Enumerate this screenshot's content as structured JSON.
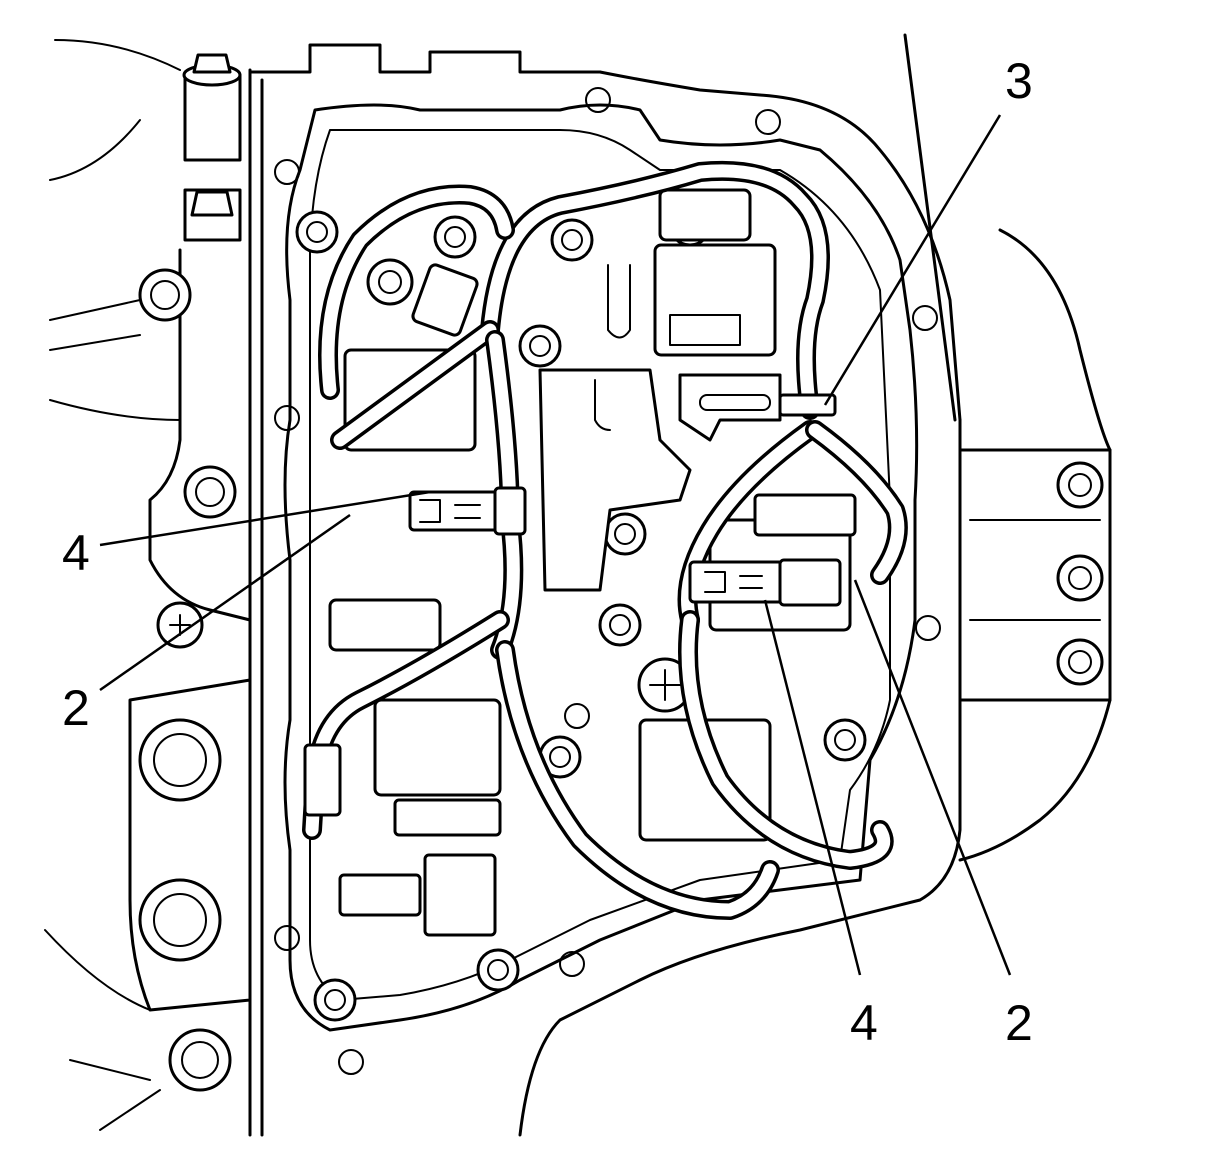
{
  "callouts": [
    {
      "id": "callout-3-top-right",
      "text": "3"
    },
    {
      "id": "callout-4-left",
      "text": "4"
    },
    {
      "id": "callout-2-left",
      "text": "2"
    },
    {
      "id": "callout-4-bottom",
      "text": "4"
    },
    {
      "id": "callout-2-bottom",
      "text": "2"
    }
  ]
}
